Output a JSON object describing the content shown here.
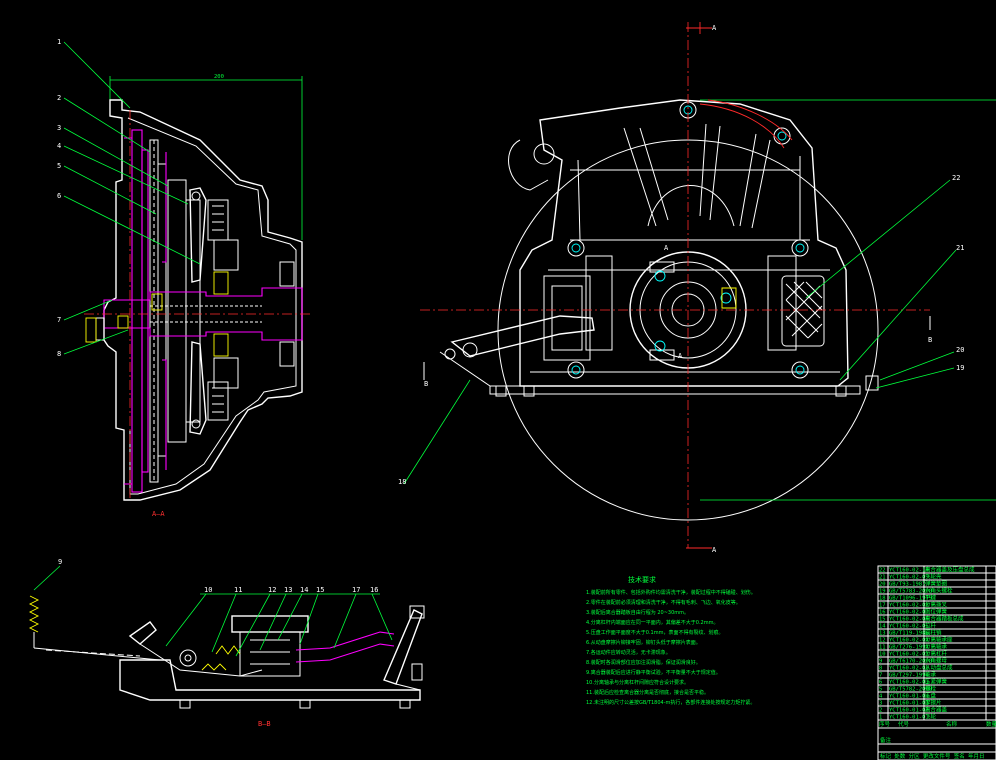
{
  "view_labels": {
    "section_aa": "A—A",
    "section_bb": "B—B",
    "dimension_top": "200",
    "cut_marks": [
      "A",
      "A",
      "A",
      "A",
      "B",
      "B"
    ]
  },
  "callouts_left": [
    "1",
    "2",
    "3",
    "4",
    "5",
    "6",
    "7",
    "8"
  ],
  "callouts_right": [
    "22",
    "21",
    "20",
    "19",
    "18"
  ],
  "callouts_bottom": [
    "9",
    "10",
    "11",
    "12",
    "13",
    "14",
    "15",
    "17",
    "16"
  ],
  "tech_notes": {
    "title": "技术要求",
    "lines": [
      "1.装配前所有零件、包括外购件均需清洗干净，装配过程中不得磕碰、划伤。",
      "2.零件在装配前必须清理和清洗干净，不得有毛刺、飞边、氧化皮等。",
      "3.装配后离合器踏板自由行程为 20~30mm。",
      "4.分离杠杆内端面应在同一平面内，其偏差不大于0.2mm。",
      "5.压盘工作面平面度不大于0.1mm，表面不得有裂纹、划痕。",
      "6.从动盘摩擦片铆接牢固，铆钉头低于摩擦片表面。",
      "7.各运动件应转动灵活，无卡滞现象。",
      "8.装配时各润滑部位应加注润滑脂，保证润滑良好。",
      "9.离合器装配后应进行静平衡试验，不平衡量不大于规定值。",
      "10.分离轴承与分离杠杆间隙应符合设计要求。",
      "11.装配后应检查离合器分离是否彻底，接合是否平稳。",
      "12.未注明的尺寸公差按GB/T1804-m执行，各部件连接处按规定力矩拧紧。"
    ]
  },
  "bom": {
    "rows": [
      {
        "no": "22",
        "code": "YCT160-02-10",
        "name": "离合器盖及压盘总成"
      },
      {
        "no": "21",
        "code": "YCT160-02-09",
        "name": "飞轮壳"
      },
      {
        "no": "20",
        "code": "GB/T93-1987",
        "name": "弹簧垫圈"
      },
      {
        "no": "19",
        "code": "GB/T5783-2000",
        "name": "六角头螺栓"
      },
      {
        "no": "18",
        "code": "GB/T1096-1979",
        "name": "平键"
      },
      {
        "no": "17",
        "code": "YCT160-02-08",
        "name": "分离拨叉"
      },
      {
        "no": "16",
        "code": "YCT160-02-07",
        "name": "回位弹簧"
      },
      {
        "no": "15",
        "code": "YCT160-02-06",
        "name": "离合器踏板总成"
      },
      {
        "no": "14",
        "code": "YCT160-02-05",
        "name": "拉杆"
      },
      {
        "no": "13",
        "code": "GB/T119-1986",
        "name": "圆柱销"
      },
      {
        "no": "12",
        "code": "YCT160-02-04",
        "name": "分离轴承座"
      },
      {
        "no": "11",
        "code": "GB/T276-1994",
        "name": "分离轴承"
      },
      {
        "no": "10",
        "code": "YCT160-02-03",
        "name": "分离杠杆"
      },
      {
        "no": "9",
        "code": "GB/T6170-2000",
        "name": "六角螺母"
      },
      {
        "no": "8",
        "code": "YCT160-02-02",
        "name": "从动盘总成"
      },
      {
        "no": "7",
        "code": "GB/T297-1994",
        "name": "轴承"
      },
      {
        "no": "6",
        "code": "YCT160-02-01",
        "name": "压紧弹簧"
      },
      {
        "no": "5",
        "code": "GB/T5782-2000",
        "name": "螺栓"
      },
      {
        "no": "4",
        "code": "YCT160-01-04",
        "name": "压盘"
      },
      {
        "no": "3",
        "code": "YCT160-01-03",
        "name": "摩擦片"
      },
      {
        "no": "2",
        "code": "YCT160-01-02",
        "name": "离合器盖"
      },
      {
        "no": "1",
        "code": "YCT160-01-01",
        "name": "飞轮"
      }
    ],
    "header": [
      "序号",
      "代号",
      "名称",
      "数量",
      "备注"
    ],
    "title_row": "标记 处数 分区 更改文件号 签名 年月日"
  },
  "colors": {
    "background": "#000000",
    "outline": "#ffffff",
    "centerline": "#ff2a2a",
    "leader": "#00ff3c",
    "part": "#ff00ff",
    "spring": "#ffff00",
    "hole": "#00ffff"
  }
}
